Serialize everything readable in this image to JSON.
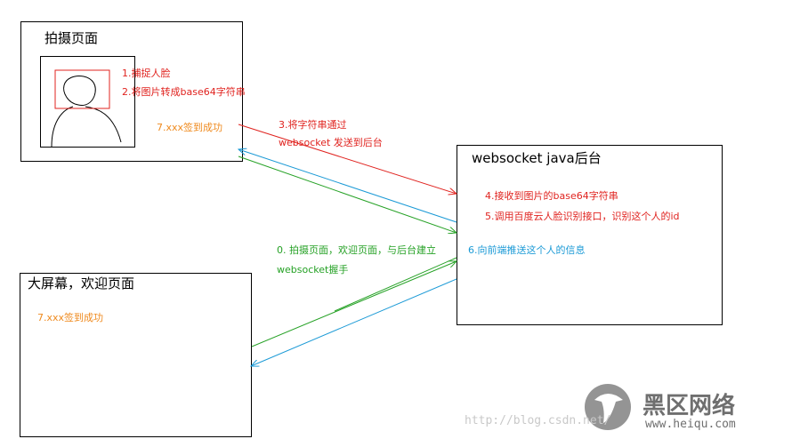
{
  "capture_page": {
    "title": "拍摄页面",
    "step1": "1.捕捉人脸",
    "step2": "2.将图片转成base64字符串",
    "step7": "7.xxx签到成功"
  },
  "backend": {
    "title": "websocket  java后台",
    "step4": "4.接收到图片的base64字符串",
    "step5": "5.调用百度云人脸识别接口，识别这个人的id"
  },
  "big_screen": {
    "title": "大屏幕，欢迎页面",
    "step7": "7.xxx签到成功"
  },
  "arrows": {
    "step3_line1": "3.将字符串通过",
    "step3_line2": "websocket 发送到后台",
    "step0_line1": "0.  拍摄页面，欢迎页面，与后台建立",
    "step0_line2": "websocket握手",
    "step6": "6.向前端推送这个人的信息"
  },
  "colors": {
    "red": "#e0231f",
    "orange": "#ef8a1e",
    "green": "#25a125",
    "blue": "#1b9ad6"
  },
  "watermark": {
    "url": "http://blog.csdn.net/",
    "site_cn": "黑区网络",
    "site_en": "www.heiqu.com"
  }
}
